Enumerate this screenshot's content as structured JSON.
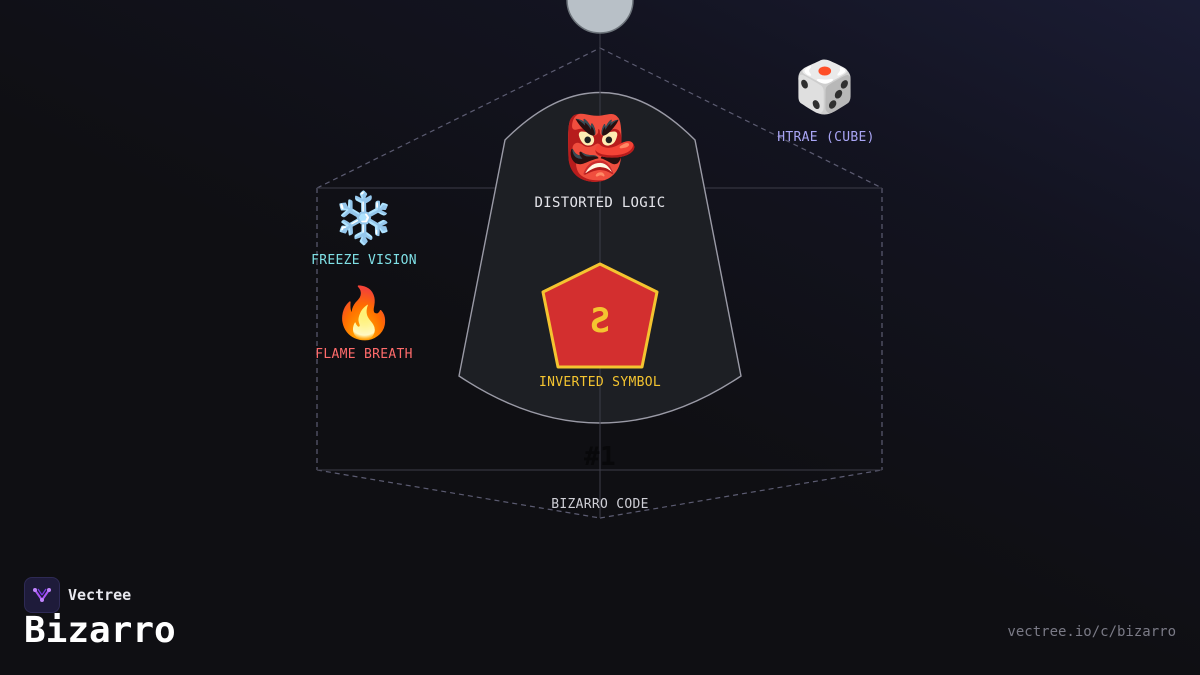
{
  "brand": {
    "name": "Vectree",
    "logo_icon": "vectree-logo-icon"
  },
  "page": {
    "title": "Bizarro",
    "url": "vectree.io/c/bizarro"
  },
  "colors": {
    "background": "#0f0f13",
    "shield_fill": "#d32f2f",
    "shield_border": "#f4c430",
    "freeze": "#7fe0e6",
    "flame": "#ff6b6b",
    "cube": "#a9a5f5",
    "symbol": "#f4c430"
  },
  "diagram": {
    "top_node": {
      "icon": "moon-circle-icon"
    },
    "cube": {
      "icon": "dice-icon",
      "emoji": "🎲",
      "label": "HTRAE (CUBE)"
    },
    "logic": {
      "icon": "goblin-mask-icon",
      "emoji": "👺",
      "label": "DISTORTED LOGIC"
    },
    "freeze": {
      "icon": "snowflake-icon",
      "emoji": "❄️",
      "label": "FREEZE VISION"
    },
    "flame": {
      "icon": "fire-icon",
      "emoji": "🔥",
      "label": "FLAME BREATH"
    },
    "symbol": {
      "icon": "inverted-s-shield-icon",
      "glyph": "S",
      "label": "INVERTED SYMBOL"
    },
    "rank": {
      "label": "#1"
    },
    "code": {
      "label": "BIZARRO CODE"
    }
  }
}
